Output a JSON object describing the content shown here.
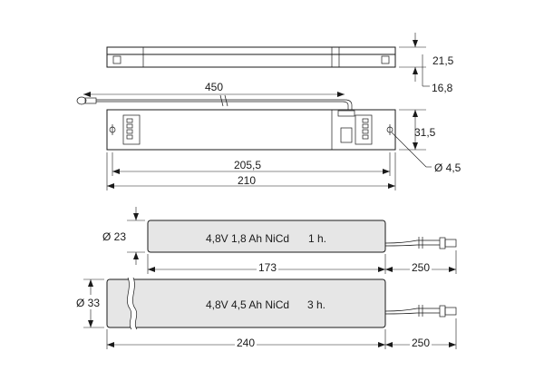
{
  "dimensions": {
    "driver_height": "21,5",
    "driver_depth": "16,8",
    "wire_length": "450",
    "driver_width": "31,5",
    "hole_diameter": "Ø 4,5",
    "hole_spacing": "205,5",
    "driver_length": "210",
    "battery1_diameter": "Ø 23",
    "battery1_length": "173",
    "battery1_cable": "250",
    "battery2_diameter": "Ø 33",
    "battery2_length": "240",
    "battery2_cable": "250"
  },
  "batteries": [
    {
      "spec": "4,8V 1,8 Ah NiCd",
      "duration": "1 h."
    },
    {
      "spec": "4,8V 4,5 Ah NiCd",
      "duration": "3 h."
    }
  ]
}
